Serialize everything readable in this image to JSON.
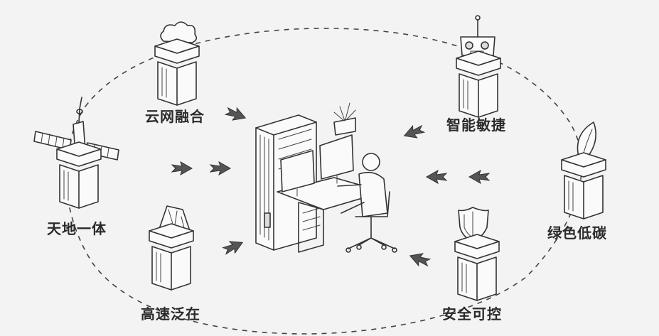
{
  "labels": {
    "cloud": "云网融合",
    "space": "天地一体",
    "speed": "高速泛在",
    "smart": "智能敏捷",
    "green": "绿色低碳",
    "secure": "安全可控"
  },
  "icons": {
    "cloud": "cloud-icon",
    "space": "satellite-icon",
    "speed": "broken-rock-icon",
    "smart": "robot-icon",
    "green": "leaf-icon",
    "secure": "shield-icon",
    "center": "datacenter-operator-icon"
  },
  "colors": {
    "background": "#f3f3f3",
    "ink": "#2b2b2b"
  }
}
